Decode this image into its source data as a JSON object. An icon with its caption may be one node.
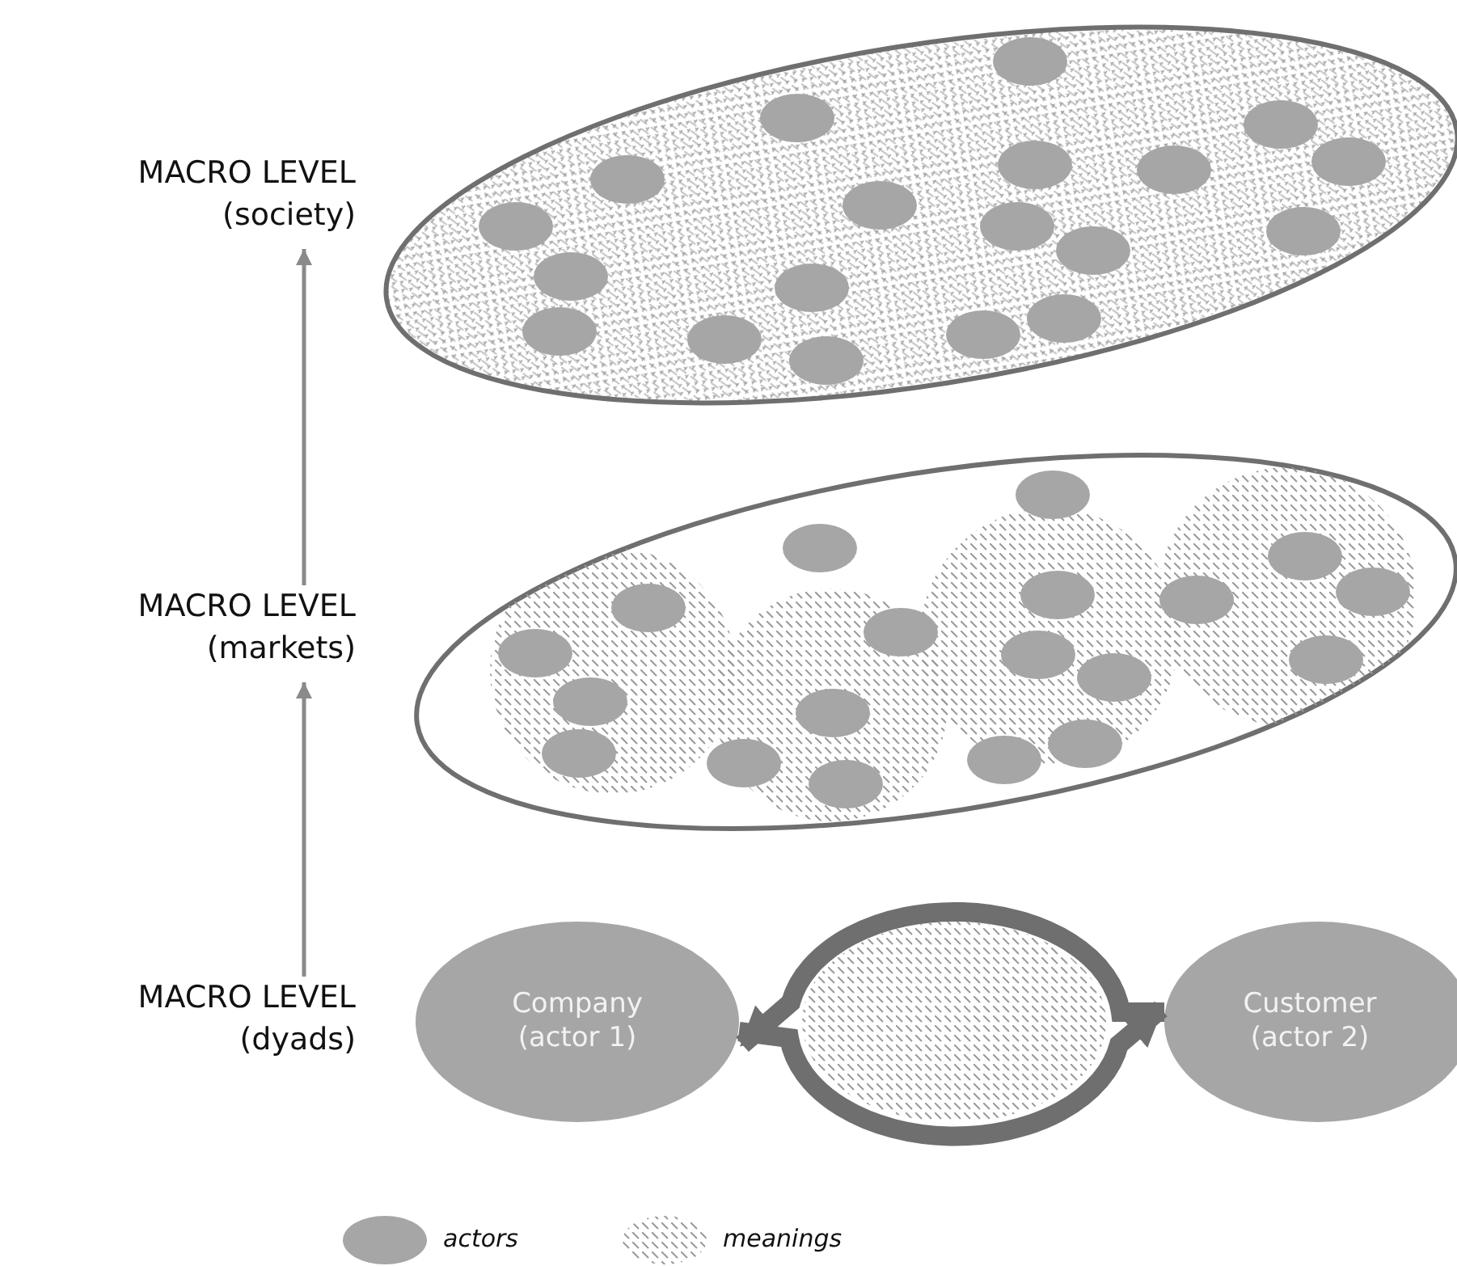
{
  "diagram": {
    "nodes": [
      {
        "text": [
          "MACRO LEVEL (society)"
        ]
      },
      {
        "text": [],
        "shape": "ellipse"
      },
      {
        "text": [],
        "shape": "ellipse",
        "in": 1
      },
      {
        "text": [],
        "shape": "ellipse",
        "in": 1
      },
      {
        "text": [],
        "shape": "ellipse",
        "in": 1
      },
      {
        "text": [],
        "shape": "ellipse",
        "in": 1
      },
      {
        "text": [],
        "shape": "ellipse",
        "in": 1
      },
      {
        "text": [],
        "shape": "ellipse",
        "in": 1
      },
      {
        "text": [],
        "shape": "ellipse",
        "in": 1
      },
      {
        "text": [],
        "shape": "ellipse",
        "in": 1
      },
      {
        "text": [],
        "shape": "ellipse",
        "in": 1
      },
      {
        "text": [],
        "shape": "ellipse",
        "in": 1
      },
      {
        "text": [],
        "shape": "ellipse",
        "in": 1
      },
      {
        "text": [],
        "shape": "ellipse",
        "in": 1
      },
      {
        "text": [],
        "shape": "ellipse",
        "in": 1
      },
      {
        "text": [],
        "shape": "ellipse",
        "in": 1
      },
      {
        "text": [],
        "shape": "ellipse",
        "in": 1
      },
      {
        "text": [],
        "shape": "ellipse",
        "in": 1
      },
      {
        "text": [],
        "shape": "ellipse",
        "in": 1
      },
      {
        "text": [],
        "shape": "ellipse",
        "in": 1
      },
      {
        "text": [],
        "shape": "ellipse",
        "in": 1
      },
      {
        "text": [
          "MACRO LEVEL (markets)"
        ]
      },
      {
        "text": [],
        "shape": "ellipse"
      },
      {
        "text": [],
        "shape": "ellipse",
        "in": 22
      },
      {
        "text": [],
        "shape": "ellipse",
        "in": 22
      },
      {
        "text": [],
        "shape": "ellipse",
        "in": 22
      },
      {
        "text": [],
        "shape": "ellipse",
        "in": 22
      },
      {
        "text": [],
        "shape": "ellipse",
        "in": 22
      },
      {
        "text": [],
        "shape": "ellipse",
        "in": 22
      },
      {
        "text": [],
        "shape": "ellipse",
        "in": 22
      },
      {
        "text": [],
        "shape": "ellipse",
        "in": 22
      },
      {
        "text": [],
        "shape": "ellipse",
        "in": 22
      },
      {
        "text": [],
        "shape": "ellipse",
        "in": 22
      },
      {
        "text": [],
        "shape": "ellipse",
        "in": 22
      },
      {
        "text": [],
        "shape": "ellipse",
        "in": 22
      },
      {
        "text": [],
        "shape": "ellipse",
        "in": 22
      },
      {
        "text": [],
        "shape": "ellipse",
        "in": 22
      },
      {
        "text": [],
        "shape": "ellipse",
        "in": 22
      },
      {
        "text": [],
        "shape": "ellipse",
        "in": 22
      },
      {
        "text": [],
        "shape": "ellipse",
        "in": 22
      },
      {
        "text": [],
        "shape": "ellipse",
        "in": 22
      },
      {
        "text": [],
        "shape": "ellipse",
        "in": 22
      },
      {
        "text": [
          "MACRO LEVEL (dyads)"
        ]
      },
      {
        "text": [
          "Company (actor 1)"
        ]
      },
      {
        "text": [],
        "shape": "circle"
      },
      {
        "text": [
          "Customer (actor 2)"
        ]
      }
    ],
    "edges": [
      {
        "from": 21,
        "to": 0,
        "arrow": "to"
      },
      {
        "from": 42,
        "to": 21,
        "arrow": "to"
      },
      {
        "from": 45,
        "to": 43,
        "arrow": "to",
        "style": "thick",
        "color": "#6f6f6f"
      },
      {
        "from": 43,
        "to": 45,
        "arrow": "to",
        "style": "thick",
        "color": "#6f6f6f"
      }
    ],
    "legend": [
      {
        "text": "actors",
        "color": "#a6a6a6"
      },
      {
        "text": "meanings"
      }
    ]
  }
}
